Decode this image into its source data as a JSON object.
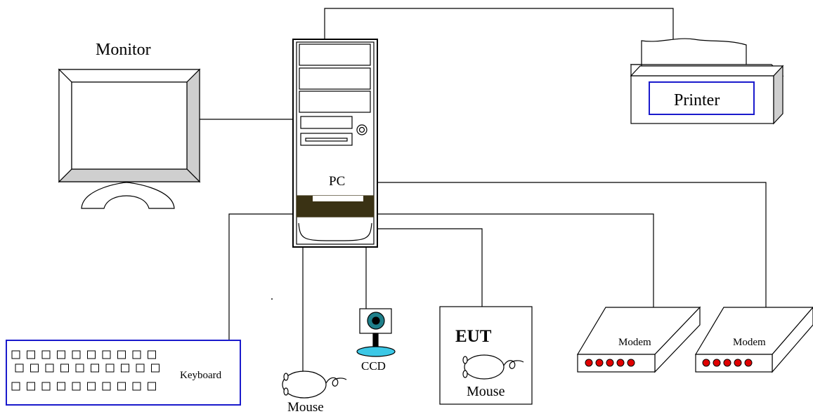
{
  "labels": {
    "monitor": "Monitor",
    "printer": "Printer",
    "pc": "PC",
    "keyboard": "Keyboard",
    "mouse_host": "Mouse",
    "ccd": "CCD",
    "eut": "EUT",
    "mouse_eut": "Mouse",
    "modem_1": "Modem",
    "modem_2": "Modem",
    "dot": "."
  },
  "colors": {
    "line": "#000000",
    "printer_label_border": "#1a1acc",
    "keyboard_border": "#1a1acc",
    "pc_band": "#3a3214",
    "modem_led": "#e00000",
    "camera_lens": "#1e7f8a",
    "camera_base": "#3cc8e6"
  },
  "icons": {
    "monitor": "crt-monitor-icon",
    "pc": "tower-pc-icon",
    "printer": "printer-icon",
    "keyboard": "keyboard-icon",
    "mouse": "mouse-icon",
    "camera": "ccd-camera-icon",
    "modem": "modem-icon"
  },
  "components": [
    "Monitor",
    "PC",
    "Printer",
    "Keyboard",
    "Mouse",
    "CCD",
    "EUT",
    "Modem",
    "Modem"
  ]
}
